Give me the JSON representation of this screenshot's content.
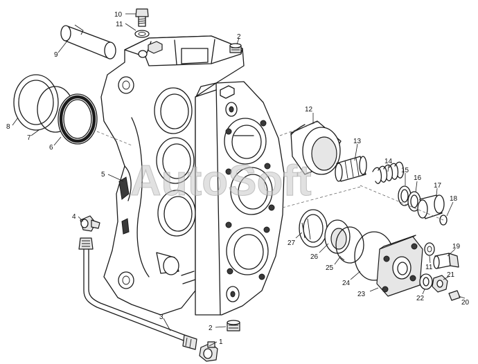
{
  "watermark": "AutoSoft",
  "callouts": {
    "c1": "1",
    "c2a": "2",
    "c2b": "2",
    "c3": "3",
    "c4": "4",
    "c5": "5",
    "c6": "6",
    "c7": "7",
    "c8": "8",
    "c9": "9",
    "c10": "10",
    "c11a": "11",
    "c11b": "11",
    "c12": "12",
    "c13": "13",
    "c14": "14",
    "c15": "15",
    "c16": "16",
    "c17": "17",
    "c18": "18",
    "c19": "19",
    "c20": "20",
    "c21": "21",
    "c22": "22",
    "c23": "23",
    "c24": "24",
    "c25": "25",
    "c26": "26",
    "c27": "27"
  }
}
